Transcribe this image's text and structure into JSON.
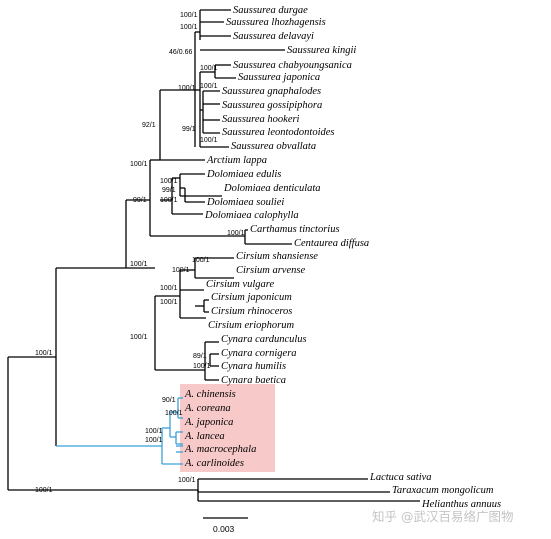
{
  "taxa": [
    "Saussurea durgae",
    "Saussurea lhozhagensis",
    "Saussurea delavayi",
    "Saussurea kingii",
    "Saussurea chabyoungsanica",
    "Saussurea japonica",
    "Saussurea gnaphalodes",
    "Saussurea gossipiphora",
    "Saussurea hookeri",
    "Saussurea leontodontoides",
    "Saussurea obvallata",
    "Arctium lappa",
    "Dolomiaea edulis",
    "Dolomiaea denticulata",
    "Dolomiaea souliei",
    "Dolomiaea calophylla",
    "Carthamus tinctorius",
    "Centaurea diffusa",
    "Cirsium shansiense",
    "Cirsium arvense",
    "Cirsium vulgare",
    "Cirsium japonicum",
    "Cirsium rhinoceros",
    "Cirsium eriophorum",
    "Cynara cardunculus",
    "Cynara cornigera",
    "Cynara humilis",
    "Cynara baetica",
    "A. chinensis",
    "A. coreana",
    "A. japonica",
    "A. lancea",
    "A. macrocephala",
    "A. carlinoides",
    "Lactuca sativa",
    "Taraxacum mongolicum",
    "Helianthus annuus"
  ],
  "supports": [
    "100/1",
    "100/1",
    "46/0.66",
    "100/1",
    "100/1",
    "100/1",
    "99/1",
    "100/1",
    "92/1",
    "100/1",
    "99/1",
    "100/1",
    "99/1",
    "100/1",
    "100/1",
    "100/1",
    "100/1",
    "100/1",
    "100/1",
    "100/1",
    "100/1",
    "89/1",
    "100/1",
    "100/1",
    "90/1",
    "100/1",
    "100/1",
    "100/1",
    "100/1",
    "100/1"
  ],
  "scale_bar": {
    "label": "0.003"
  },
  "highlight_color": "#f7c9c9",
  "edge_color": "#000000",
  "highlight_edge_color": "#3aa0d6",
  "watermark": "知乎 @武汉百易络广图物"
}
